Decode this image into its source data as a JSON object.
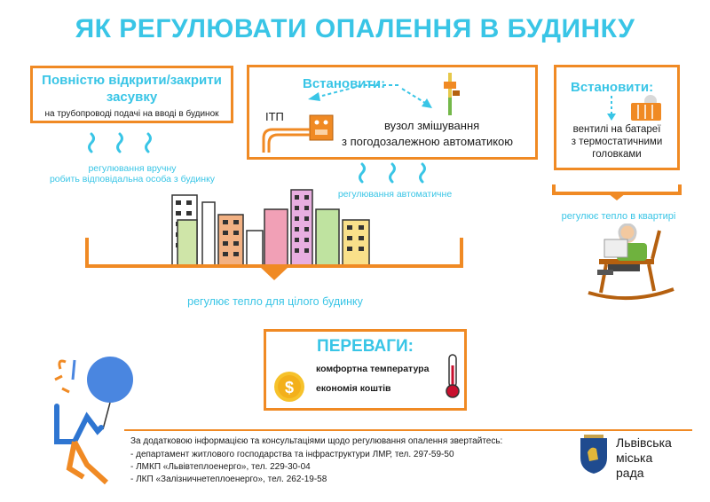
{
  "title": "ЯК РЕГУЛЮВАТИ ОПАЛЕННЯ В БУДИНКУ",
  "left_box": {
    "heading_line1": "Повністю відкрити/закрити",
    "heading_line2": "засувку",
    "subtext": "на трубопроводі подачі на вводі в будинок"
  },
  "left_caption": {
    "line1": "регулювання вручну",
    "line2": "робить відповідальна особа з будинку"
  },
  "center_box": {
    "heading": "Встановити:",
    "itp_label": "ІТП",
    "unit_line1": "вузол змішування",
    "unit_line2": "з погодозалежною автоматикою"
  },
  "center_caption": "регулювання автоматичне",
  "right_box": {
    "heading": "Встановити:",
    "line1": "вентилі на батареї",
    "line2": "з термостатичними",
    "line3": "головками"
  },
  "right_caption": "регулює тепло в квартирі",
  "building_caption": "регулює тепло для цілого будинку",
  "benefits": {
    "heading": "ПЕРЕВАГИ:",
    "item1": "комфортна температура",
    "item2": "економія коштів"
  },
  "footer": {
    "intro": "За додатковою інформацією та консультаціями щодо регулювання опалення звертайтесь:",
    "line1": "- департамент житлового господарства та інфраструктури ЛМР, тел. 297-59-50",
    "line2": "- ЛМКП «Львівтеплоенерго», тел. 229-30-04",
    "line3": "- ЛКП «Залізничнетеплоенерго», тел. 262-19-58"
  },
  "logo": {
    "line1": "Львівська",
    "line2": "міська",
    "line3": "рада"
  },
  "colors": {
    "accent_blue": "#39c5e6",
    "accent_orange": "#f08a24"
  }
}
